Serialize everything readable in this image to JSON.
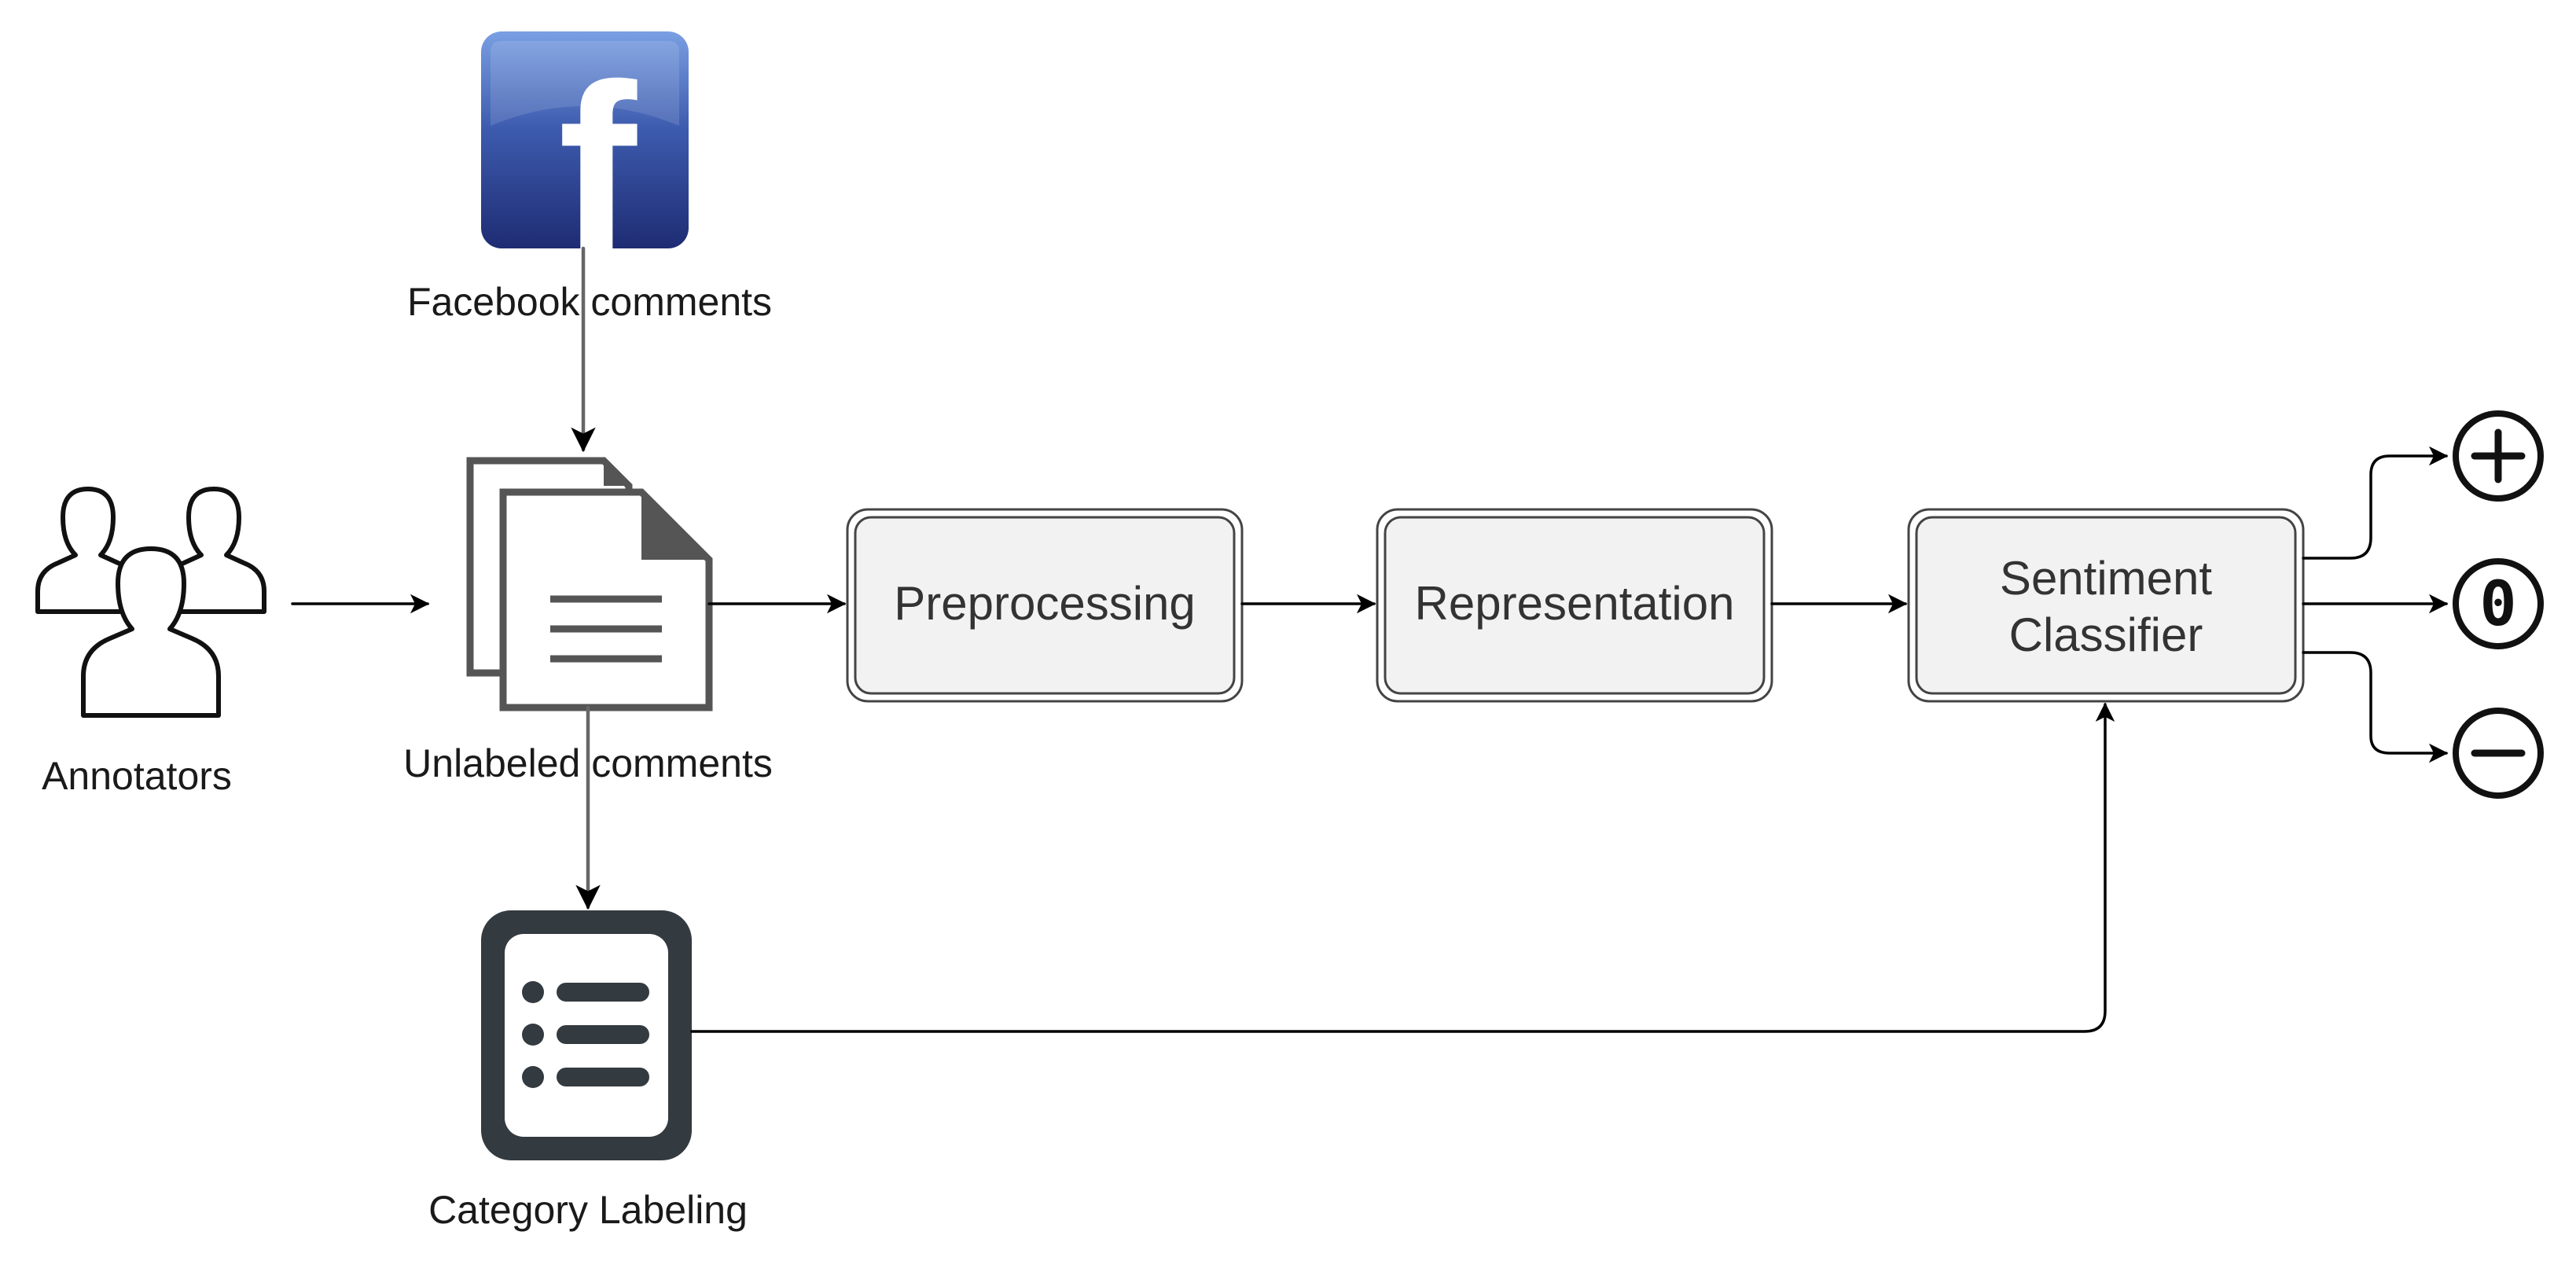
{
  "nodes": {
    "facebook": {
      "icon": "facebook-logo",
      "label": "Facebook comments",
      "glyph": "f"
    },
    "annotators": {
      "icon": "users-group-icon",
      "label": "Annotators"
    },
    "unlabeled": {
      "icon": "documents-icon",
      "label": "Unlabeled comments"
    },
    "category": {
      "icon": "list-icon",
      "label": "Category Labeling"
    },
    "preprocessing": {
      "label": "Preprocessing"
    },
    "representation": {
      "label": "Representation"
    },
    "classifier": {
      "line1": "Sentiment",
      "line2": "Classifier"
    }
  },
  "outputs": [
    {
      "name": "positive",
      "icon": "plus-circle-icon",
      "symbol": "+"
    },
    {
      "name": "neutral",
      "icon": "zero-circle-icon",
      "symbol": "0"
    },
    {
      "name": "negative",
      "icon": "minus-circle-icon",
      "symbol": "−"
    }
  ],
  "colors": {
    "facebook_top": "#7A9FE2",
    "facebook_bottom": "#1E2C73",
    "process_box_fill": "#F2F2F2",
    "icon_dark": "#333A40",
    "arrow_gray": "#666666",
    "arrow_black": "#000000"
  }
}
